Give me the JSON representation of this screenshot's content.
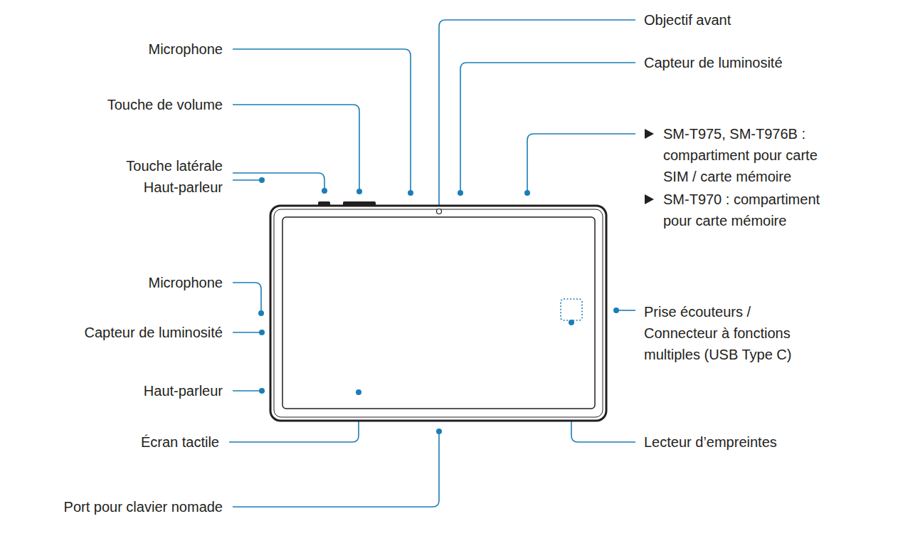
{
  "diagram": {
    "labels": [
      "Microphone",
      "Touche de volume",
      "Touche latérale",
      "Haut-parleur",
      "Microphone",
      "Capteur de luminosité",
      "Haut-parleur",
      "Écran tactile",
      "Port pour clavier nomade",
      "Objectif avant",
      "Capteur de luminosité",
      "SM-T975, SM-T976B : compartiment pour carte SIM / carte mémoire",
      "SM-T970 : compartiment pour carte mémoire",
      "Prise écouteurs / Connecteur à fonctions multiples (USB Type C)",
      "Lecteur d’empreintes"
    ]
  }
}
